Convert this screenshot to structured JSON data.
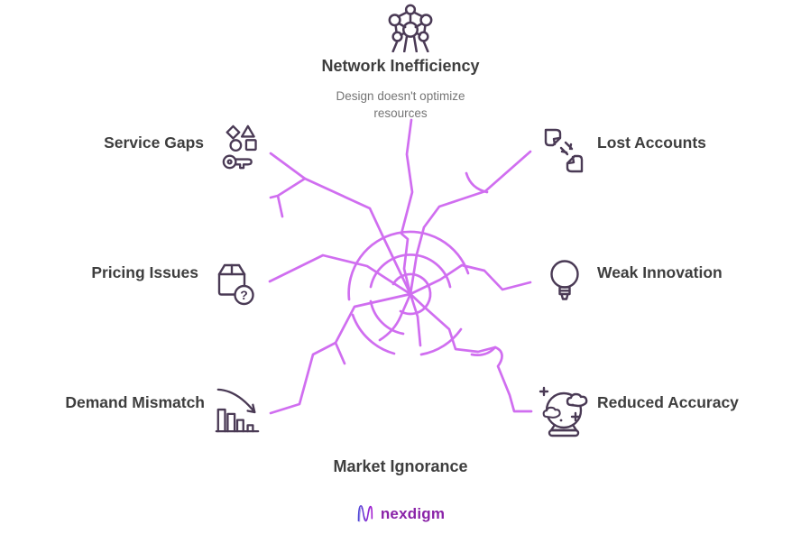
{
  "colors": {
    "web_line": "#d06ef0",
    "icon_stroke": "#4a3a55",
    "heading_text": "#3e3e3e",
    "subtitle_text": "#757575",
    "brand_purple": "#8a23a8"
  },
  "top_node": {
    "title": "Network Inefficiency",
    "subtitle": "Design doesn't optimize resources",
    "icon": "network-icon"
  },
  "nodes": [
    {
      "id": "service-gaps",
      "label": "Service Gaps",
      "icon": "shapes-key-icon",
      "side": "left"
    },
    {
      "id": "lost-accounts",
      "label": "Lost Accounts",
      "icon": "broken-files-icon",
      "side": "right"
    },
    {
      "id": "pricing-issues",
      "label": "Pricing Issues",
      "icon": "package-question-icon",
      "side": "left"
    },
    {
      "id": "weak-innovation",
      "label": "Weak Innovation",
      "icon": "lightbulb-icon",
      "side": "right"
    },
    {
      "id": "demand-mismatch",
      "label": "Demand Mismatch",
      "icon": "declining-chart-icon",
      "side": "left"
    },
    {
      "id": "reduced-accuracy",
      "label": "Reduced Accuracy",
      "icon": "crystal-ball-icon",
      "side": "right"
    }
  ],
  "bottom_node": {
    "title": "Market Ignorance"
  },
  "footer": {
    "brand": "nexdigm"
  }
}
